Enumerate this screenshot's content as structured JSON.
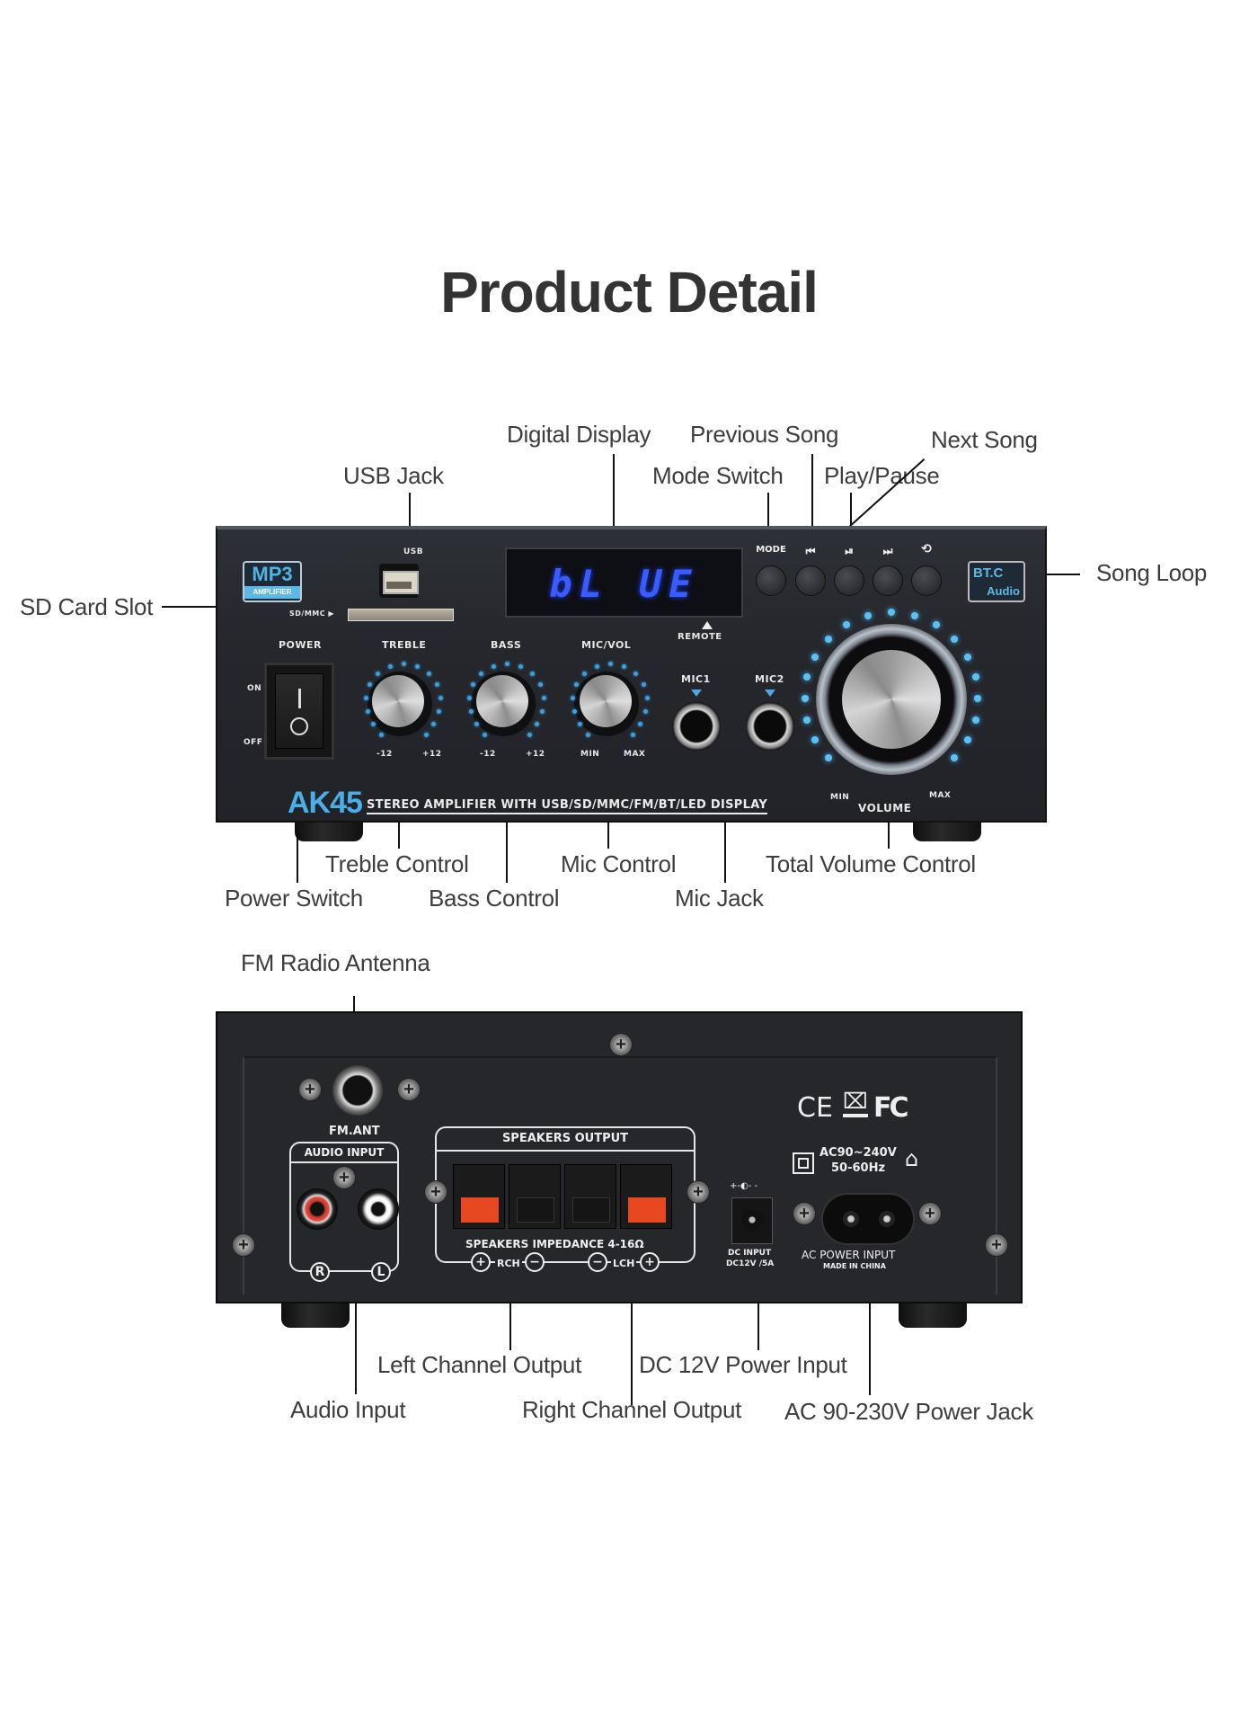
{
  "title": "Product Detail",
  "front_panel": {
    "badge_mp3": "MP3",
    "badge_amplifier": "AMPLIFIER",
    "usb_label": "USB",
    "sd_label": "SD/MMC ▶",
    "display_text": "bL UE",
    "remote_label": "REMOTE",
    "buttons": [
      {
        "label": "MODE"
      },
      {
        "label": "⏮"
      },
      {
        "label": "⏯"
      },
      {
        "label": "⏭"
      },
      {
        "label": "⟲"
      }
    ],
    "bt_badge_top": "BT.C",
    "bt_badge_bottom": "Audio",
    "power_label": "POWER",
    "on_label": "ON",
    "off_label": "OFF",
    "knobs": [
      {
        "name": "TREBLE",
        "min": "-12",
        "max": "+12"
      },
      {
        "name": "BASS",
        "min": "-12",
        "max": "+12"
      },
      {
        "name": "MIC/VOL",
        "min": "MIN",
        "max": "MAX"
      }
    ],
    "mic1_label": "MIC1",
    "mic2_label": "MIC2",
    "volume_label": "VOLUME",
    "volume_min": "MIN",
    "volume_max": "MAX",
    "model": "AK45",
    "tagline": "STEREO AMPLIFIER WITH USB/SD/MMC/FM/BT/LED DISPLAY",
    "accent_color": "#4aaee8"
  },
  "front_callouts": {
    "digital_display": "Digital Display",
    "previous_song": "Previous Song",
    "next_song": "Next Song",
    "usb_jack": "USB Jack",
    "mode_switch": "Mode Switch",
    "play_pause": "Play/Pause",
    "song_loop": "Song Loop",
    "sd_card_slot": "SD Card Slot",
    "treble_control": "Treble Control",
    "mic_control": "Mic Control",
    "total_volume_control": "Total Volume Control",
    "power_switch": "Power Switch",
    "bass_control": "Bass Control",
    "mic_jack": "Mic Jack"
  },
  "rear_panel": {
    "fm_ant_label": "FM.ANT",
    "audio_input_label": "AUDIO INPUT",
    "rca_r": "R",
    "rca_l": "L",
    "speakers_output_label": "SPEAKERS OUTPUT",
    "impedance_label": "SPEAKERS IMPEDANCE 4-16Ω",
    "rch_label": "RCH",
    "lch_label": "LCH",
    "plus": "+",
    "minus": "−",
    "cert_ce": "CE",
    "cert_weee": "⌧",
    "cert_fc": "FC",
    "ac_rating_line1": "AC90~240V",
    "ac_rating_line2": "50-60Hz",
    "dc_polarity": "+-◐- -",
    "dc_input_line1": "DC INPUT",
    "dc_input_line2": "DC12V /5A",
    "ac_input_line1": "AC POWER INPUT",
    "ac_input_line2": "MADE IN CHINA"
  },
  "rear_callouts": {
    "fm_radio_antenna": "FM Radio Antenna",
    "left_channel_output": "Left Channel Output",
    "dc_12v_power_input": "DC 12V Power Input",
    "audio_input": "Audio Input",
    "right_channel_output": "Right Channel Output",
    "ac_power_jack": "AC 90-230V Power Jack"
  }
}
